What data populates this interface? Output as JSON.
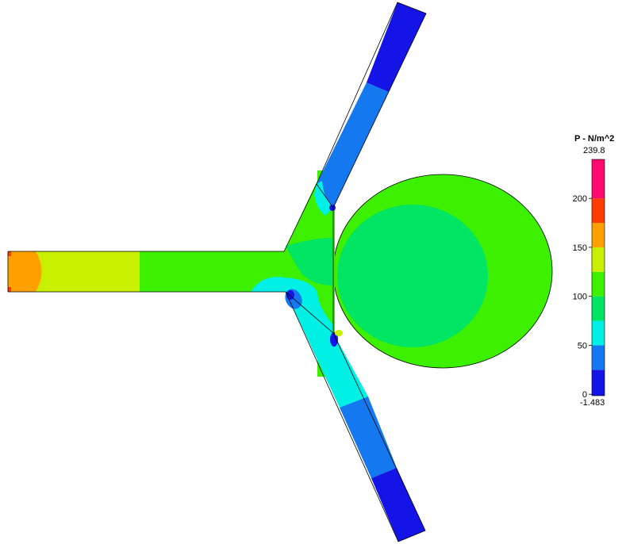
{
  "legend": {
    "title": "P - N/m^2",
    "max_label": "239.8",
    "min_label": "-1.483",
    "ticks": [
      {
        "value": 0,
        "label": "0"
      },
      {
        "value": 50,
        "label": "50"
      },
      {
        "value": 100,
        "label": "100"
      },
      {
        "value": 150,
        "label": "150"
      },
      {
        "value": 200,
        "label": "200"
      }
    ],
    "range": [
      -1.483,
      239.8
    ],
    "bands": [
      {
        "from": -1.483,
        "to": 25,
        "color": "#1414e6"
      },
      {
        "from": 25,
        "to": 50,
        "color": "#1478f0"
      },
      {
        "from": 50,
        "to": 75,
        "color": "#00f0e6"
      },
      {
        "from": 75,
        "to": 100,
        "color": "#00e664"
      },
      {
        "from": 100,
        "to": 125,
        "color": "#3cf000"
      },
      {
        "from": 125,
        "to": 150,
        "color": "#c8f000"
      },
      {
        "from": 150,
        "to": 175,
        "color": "#ffa000"
      },
      {
        "from": 175,
        "to": 200,
        "color": "#ff3c00"
      },
      {
        "from": 200,
        "to": 239.8,
        "color": "#ff0a6e"
      }
    ]
  },
  "colors": {
    "dark_blue": "#1414e6",
    "blue": "#1478f0",
    "cyan": "#00f0e6",
    "green_mid": "#00e664",
    "green": "#3cf000",
    "yellow_green": "#c8f000",
    "orange": "#ffa000",
    "red": "#ff3c00",
    "magenta": "#ff0a6e"
  }
}
